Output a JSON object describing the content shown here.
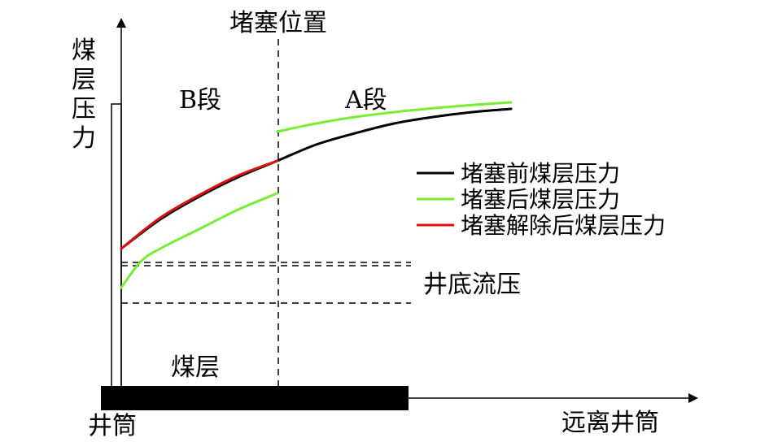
{
  "labels": {
    "y_axis_lines": [
      "煤",
      "层",
      "压",
      "力"
    ],
    "plug_position": "堵塞位置",
    "segment_b": "B段",
    "segment_a": "A段",
    "bottomhole_pressure": "井底流压",
    "coal_seam": "煤层",
    "wellbore": "井筒",
    "x_axis": "远离井筒"
  },
  "legend": [
    {
      "label": "堵塞前煤层压力",
      "color": "#000000"
    },
    {
      "label": "堵塞后煤层压力",
      "color": "#77ee33"
    },
    {
      "label": "堵塞解除后煤层压力",
      "color": "#dd1111"
    }
  ],
  "colors": {
    "before": "#000000",
    "after": "#77ee33",
    "removed": "#dd1111",
    "axis": "#000000",
    "coal_seam_fill": "#000000"
  },
  "chart_data": {
    "type": "line",
    "title": "",
    "xlabel": "远离井筒",
    "ylabel": "煤层压力",
    "xlim": [
      0,
      100
    ],
    "ylim": [
      0,
      100
    ],
    "plug_x": 40,
    "bottomhole_levels": [
      {
        "name": "before_or_removed",
        "y": 46
      },
      {
        "name": "after",
        "y": 34
      }
    ],
    "series": [
      {
        "name": "堵塞前煤层压力",
        "key": "before",
        "x": [
          0,
          10,
          20,
          30,
          40,
          50,
          60,
          70,
          80,
          90,
          100
        ],
        "y": [
          46,
          55,
          62,
          68,
          73,
          78,
          81.5,
          84.5,
          86.5,
          88,
          89
        ]
      },
      {
        "name": "堵塞后煤层压力",
        "key": "after_b",
        "x": [
          0,
          5,
          10,
          20,
          30,
          40
        ],
        "y": [
          34,
          42,
          46,
          52,
          58,
          63
        ]
      },
      {
        "name": "堵塞后煤层压力",
        "key": "after_a",
        "x": [
          40,
          50,
          60,
          70,
          80,
          90,
          100
        ],
        "y": [
          82,
          84.5,
          86.5,
          88,
          89.2,
          90.2,
          91
        ]
      },
      {
        "name": "堵塞解除后煤层压力",
        "key": "removed",
        "x": [
          0,
          10,
          20,
          30,
          40
        ],
        "y": [
          46,
          55.5,
          62.5,
          68.5,
          73
        ]
      }
    ]
  }
}
